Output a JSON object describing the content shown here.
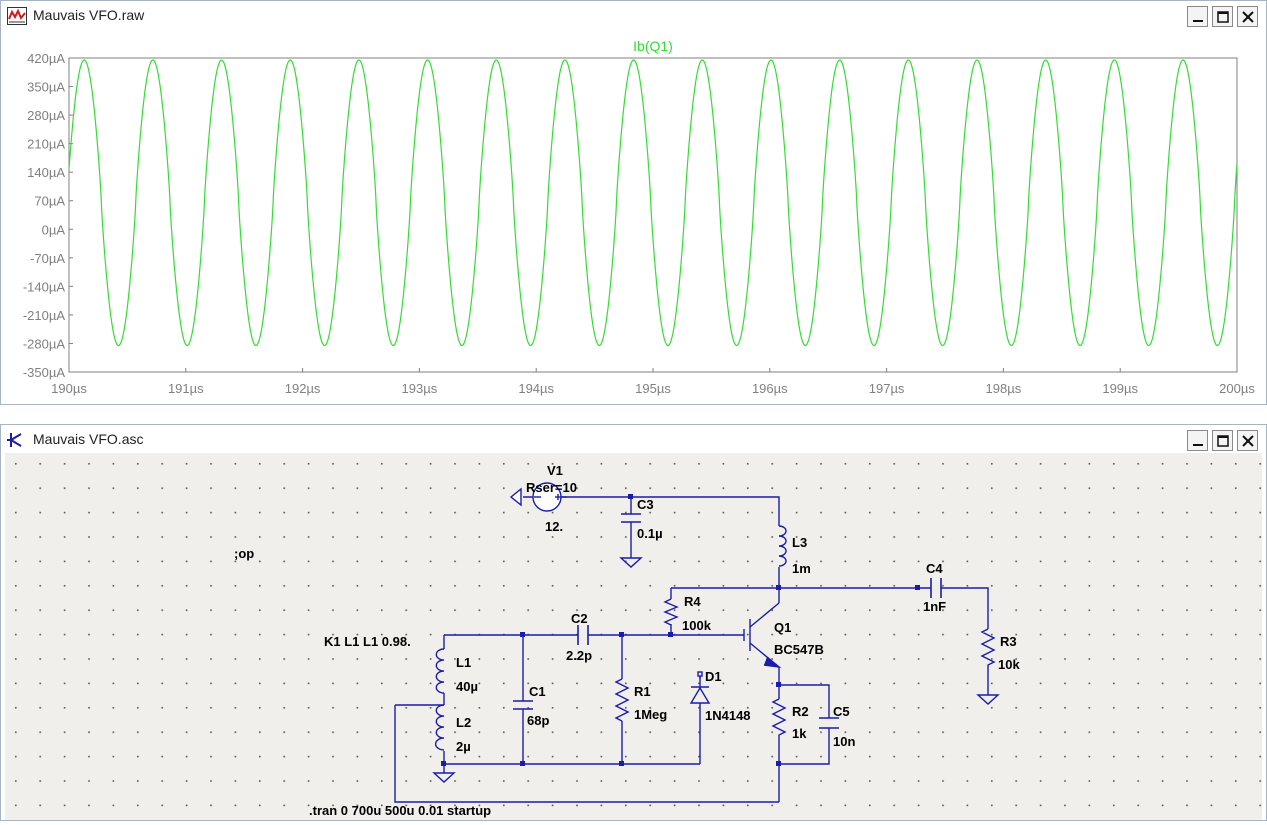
{
  "waveform_window": {
    "title": "Mauvais VFO.raw",
    "trace_label": "Ib(Q1)",
    "trace_color": "#33dd33",
    "axis_text_color": "#808080",
    "controls": [
      "minimize",
      "maximize",
      "close"
    ]
  },
  "schematic_window": {
    "title": "Mauvais VFO.asc",
    "wire_color": "#1c1caa",
    "labels": {
      "v1_name": "V1",
      "v1_rser": "Rser=10",
      "v1_value": "12.",
      "c3_name": "C3",
      "c3_value": "0.1µ",
      "l3_name": "L3",
      "l3_value": "1m",
      "op_directive": ";op",
      "c4_name": "C4",
      "c4_value": "1nF",
      "r4_name": "R4",
      "r4_value": "100k",
      "q1_name": "Q1",
      "q1_value": "BC547B",
      "k1_directive": "K1 L1 L1 0.98.",
      "c2_name": "C2",
      "c2_value": "2.2p",
      "r3_name": "R3",
      "r3_value": "10k",
      "l1_name": "L1",
      "l1_value": "40µ",
      "c1_name": "C1",
      "c1_value": "68p",
      "r1_name": "R1",
      "r1_value": "1Meg",
      "d1_name": "D1",
      "d1_value": "1N4148",
      "r2_name": "R2",
      "r2_value": "1k",
      "c5_name": "C5",
      "c5_value": "10n",
      "l2_name": "L2",
      "l2_value": "2µ",
      "tran_directive": ".tran 0 700u 500u 0.01 startup"
    }
  },
  "chart_data": {
    "type": "line",
    "title": "Ib(Q1)",
    "x_ticks": [
      "190µs",
      "191µs",
      "192µs",
      "193µs",
      "194µs",
      "195µs",
      "196µs",
      "197µs",
      "198µs",
      "199µs",
      "200µs"
    ],
    "y_ticks": [
      "420µA",
      "350µA",
      "280µA",
      "210µA",
      "140µA",
      "70µA",
      "0µA",
      "-70µA",
      "-140µA",
      "-210µA",
      "-280µA",
      "-350µA"
    ],
    "xlim_us": [
      190,
      200
    ],
    "ylim_uA": [
      -350,
      420
    ],
    "grid": false,
    "series": [
      {
        "name": "Ib(Q1)",
        "color": "#33dd33",
        "waveform": "periodic",
        "period_us": 0.588,
        "max_uA": 415,
        "min_uA": -285,
        "first_peak_us": 190.13
      }
    ]
  }
}
